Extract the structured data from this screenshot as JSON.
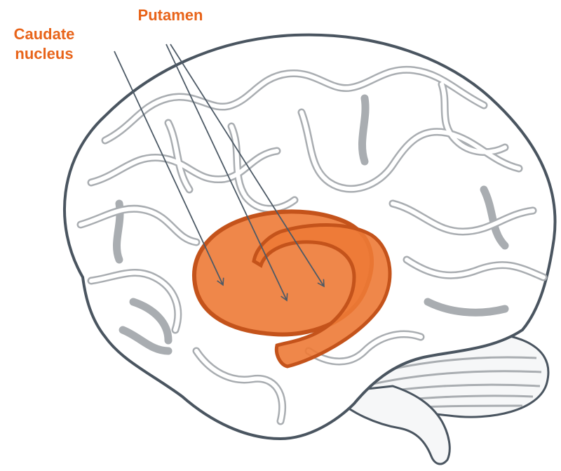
{
  "labels": {
    "putamen": "Putamen",
    "caudate_line1": "Caudate",
    "caudate_line2": "nucleus"
  },
  "colors": {
    "label_text": "#e8641a",
    "structure_fill": "#ed7a36",
    "structure_stroke": "#c4531b",
    "outline": "#4a5560",
    "sulci": "#a9adb1",
    "arrow": "#4d5a66"
  }
}
